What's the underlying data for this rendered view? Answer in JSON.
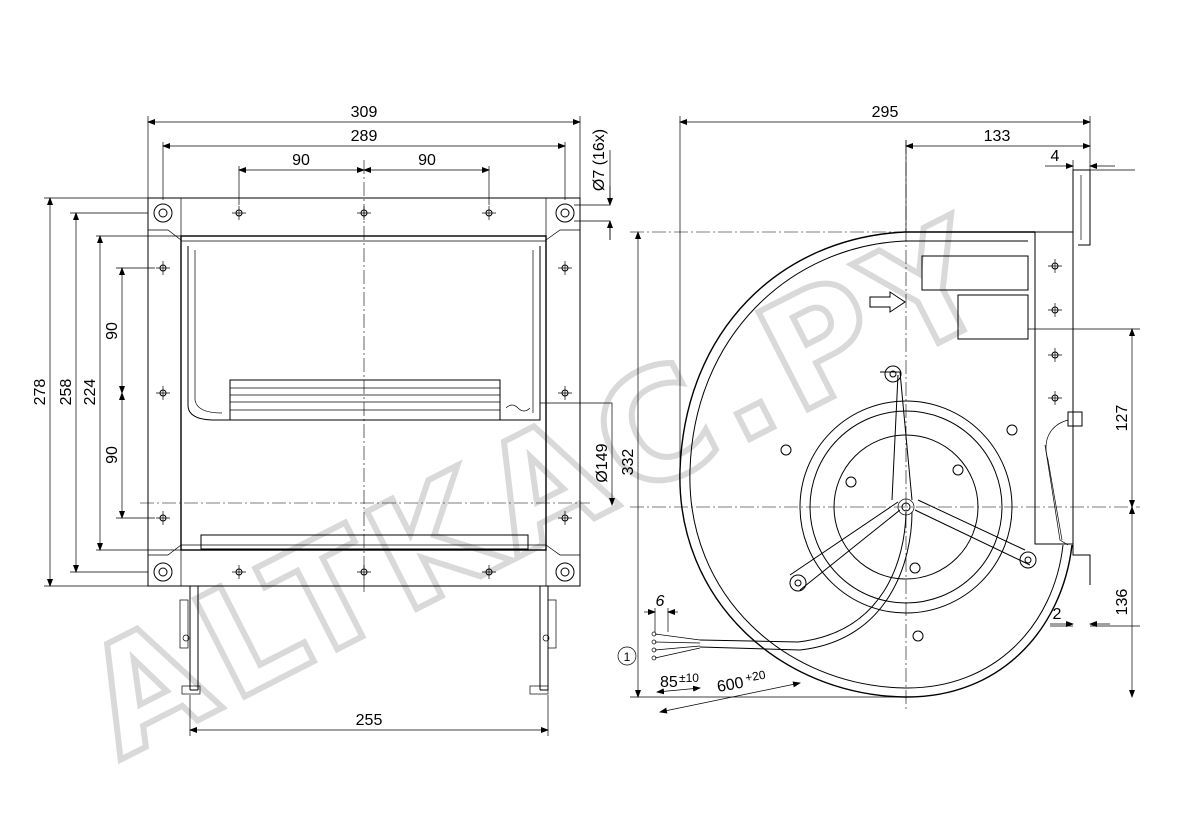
{
  "watermark": "ALTKAC.PY",
  "front_view": {
    "dims": {
      "overall_width": "309",
      "flange_width": "289",
      "hole_spacing_left": "90",
      "hole_spacing_right": "90",
      "hole_diameter": "Ø7 (16x)",
      "overall_height": "278",
      "flange_height": "258",
      "outlet_height": "224",
      "hole_spacing_upper": "90",
      "hole_spacing_lower": "90",
      "base_width": "255"
    }
  },
  "side_view": {
    "dims": {
      "overall_depth": "295",
      "outlet_offset": "133",
      "flange_thickness": "4",
      "inlet_diameter": "Ø149",
      "overall_height": "332",
      "upper_to_axis": "127",
      "axis_to_bottom": "136",
      "bottom_step": "2",
      "wire_strip": "6",
      "wire_length": "85",
      "wire_length_tol": "±10",
      "cable_length": "600",
      "cable_length_tol": "+20",
      "item_marker": "1"
    }
  }
}
